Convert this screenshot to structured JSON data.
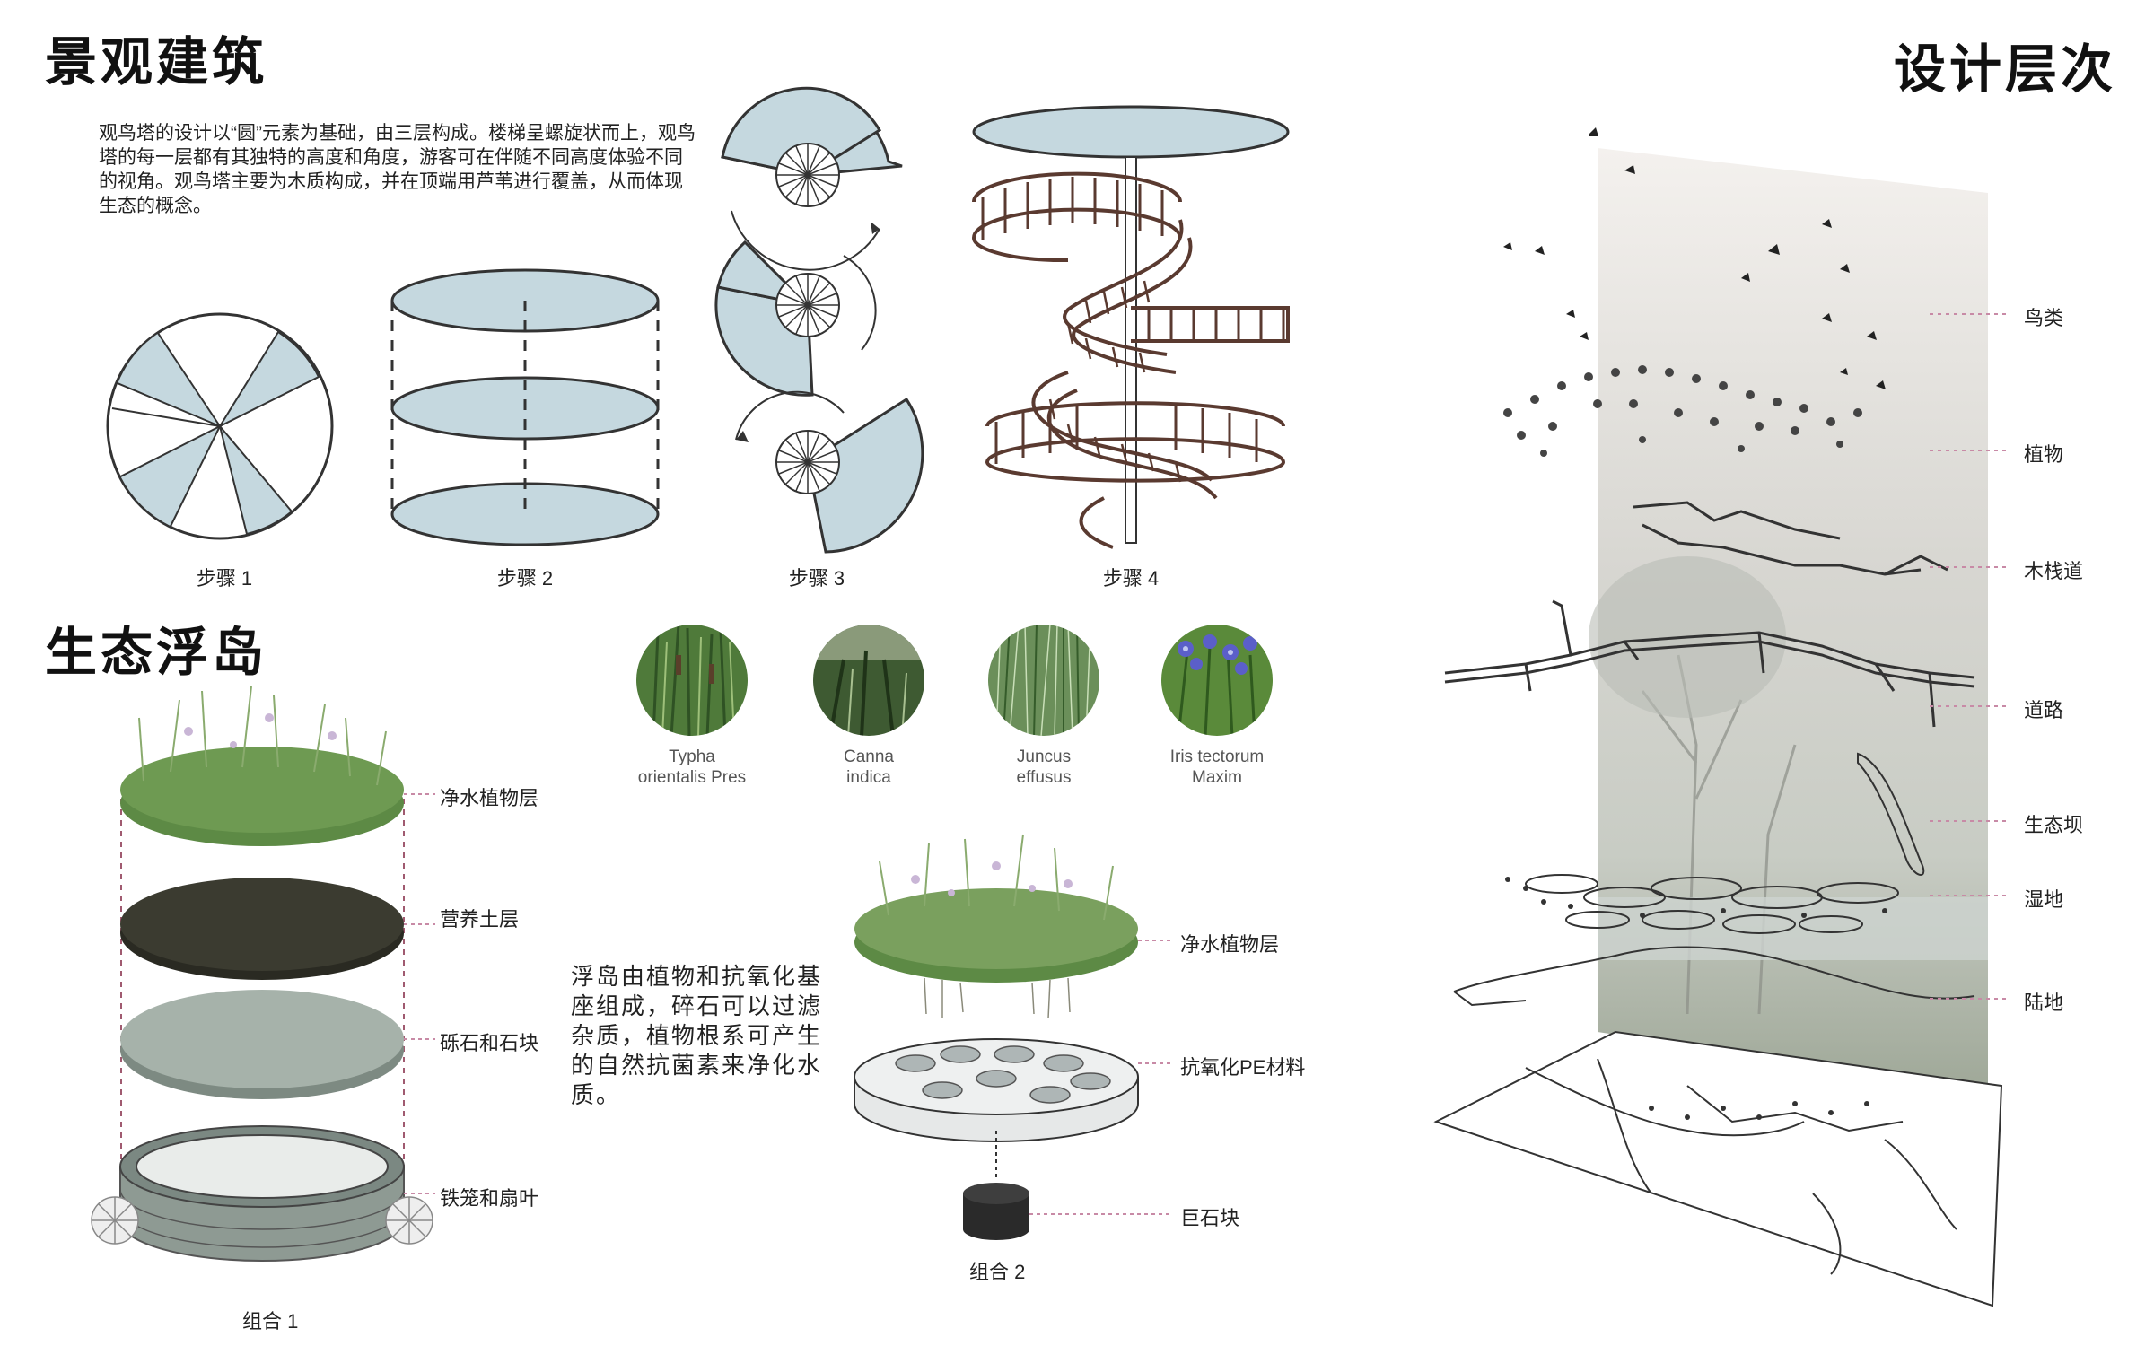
{
  "sections": {
    "landscape_title": "景观建筑",
    "ecofloat_title": "生态浮岛",
    "design_title": "设计层次"
  },
  "intro_text": "观鸟塔的设计以“圆”元素为基础，由三层构成。楼梯呈螺旋状而上，观鸟塔的每一层都有其独特的高度和角度，游客可在伴随不同高度体验不同的视角。观鸟塔主要为木质构成，并在顶端用芦苇进行覆盖，从而体现生态的概念。",
  "steps": [
    "步骤 1",
    "步骤 2",
    "步骤 3",
    "步骤 4"
  ],
  "plants": [
    {
      "line1": "Typha",
      "line2": "orientalis Pres"
    },
    {
      "line1": "Canna",
      "line2": "indica"
    },
    {
      "line1": "Juncus",
      "line2": "effusus"
    },
    {
      "line1": "Iris tectorum",
      "line2": "Maxim"
    }
  ],
  "combo1": {
    "label": "组合 1",
    "layers": [
      "净水植物层",
      "营养土层",
      "砾石和石块",
      "铁笼和扇叶"
    ]
  },
  "combo2": {
    "label": "组合 2",
    "layers": [
      "净水植物层",
      "抗氧化PE材料",
      "巨石块"
    ]
  },
  "float_description": "浮岛由植物和抗氧化基座组成，碎石可以过滤杂质，植物根系可产生的自然抗菌素来净化水质。",
  "design_layers": [
    "鸟类",
    "植物",
    "木栈道",
    "道路",
    "生态坝",
    "湿地",
    "陆地"
  ],
  "colors": {
    "disc_fill": "#c5d8df",
    "wood": "#5a3a30",
    "leader": "#c88aa6",
    "grass": "#5d8a45",
    "soil": "#33332a",
    "gravel": "#9aa89f"
  }
}
